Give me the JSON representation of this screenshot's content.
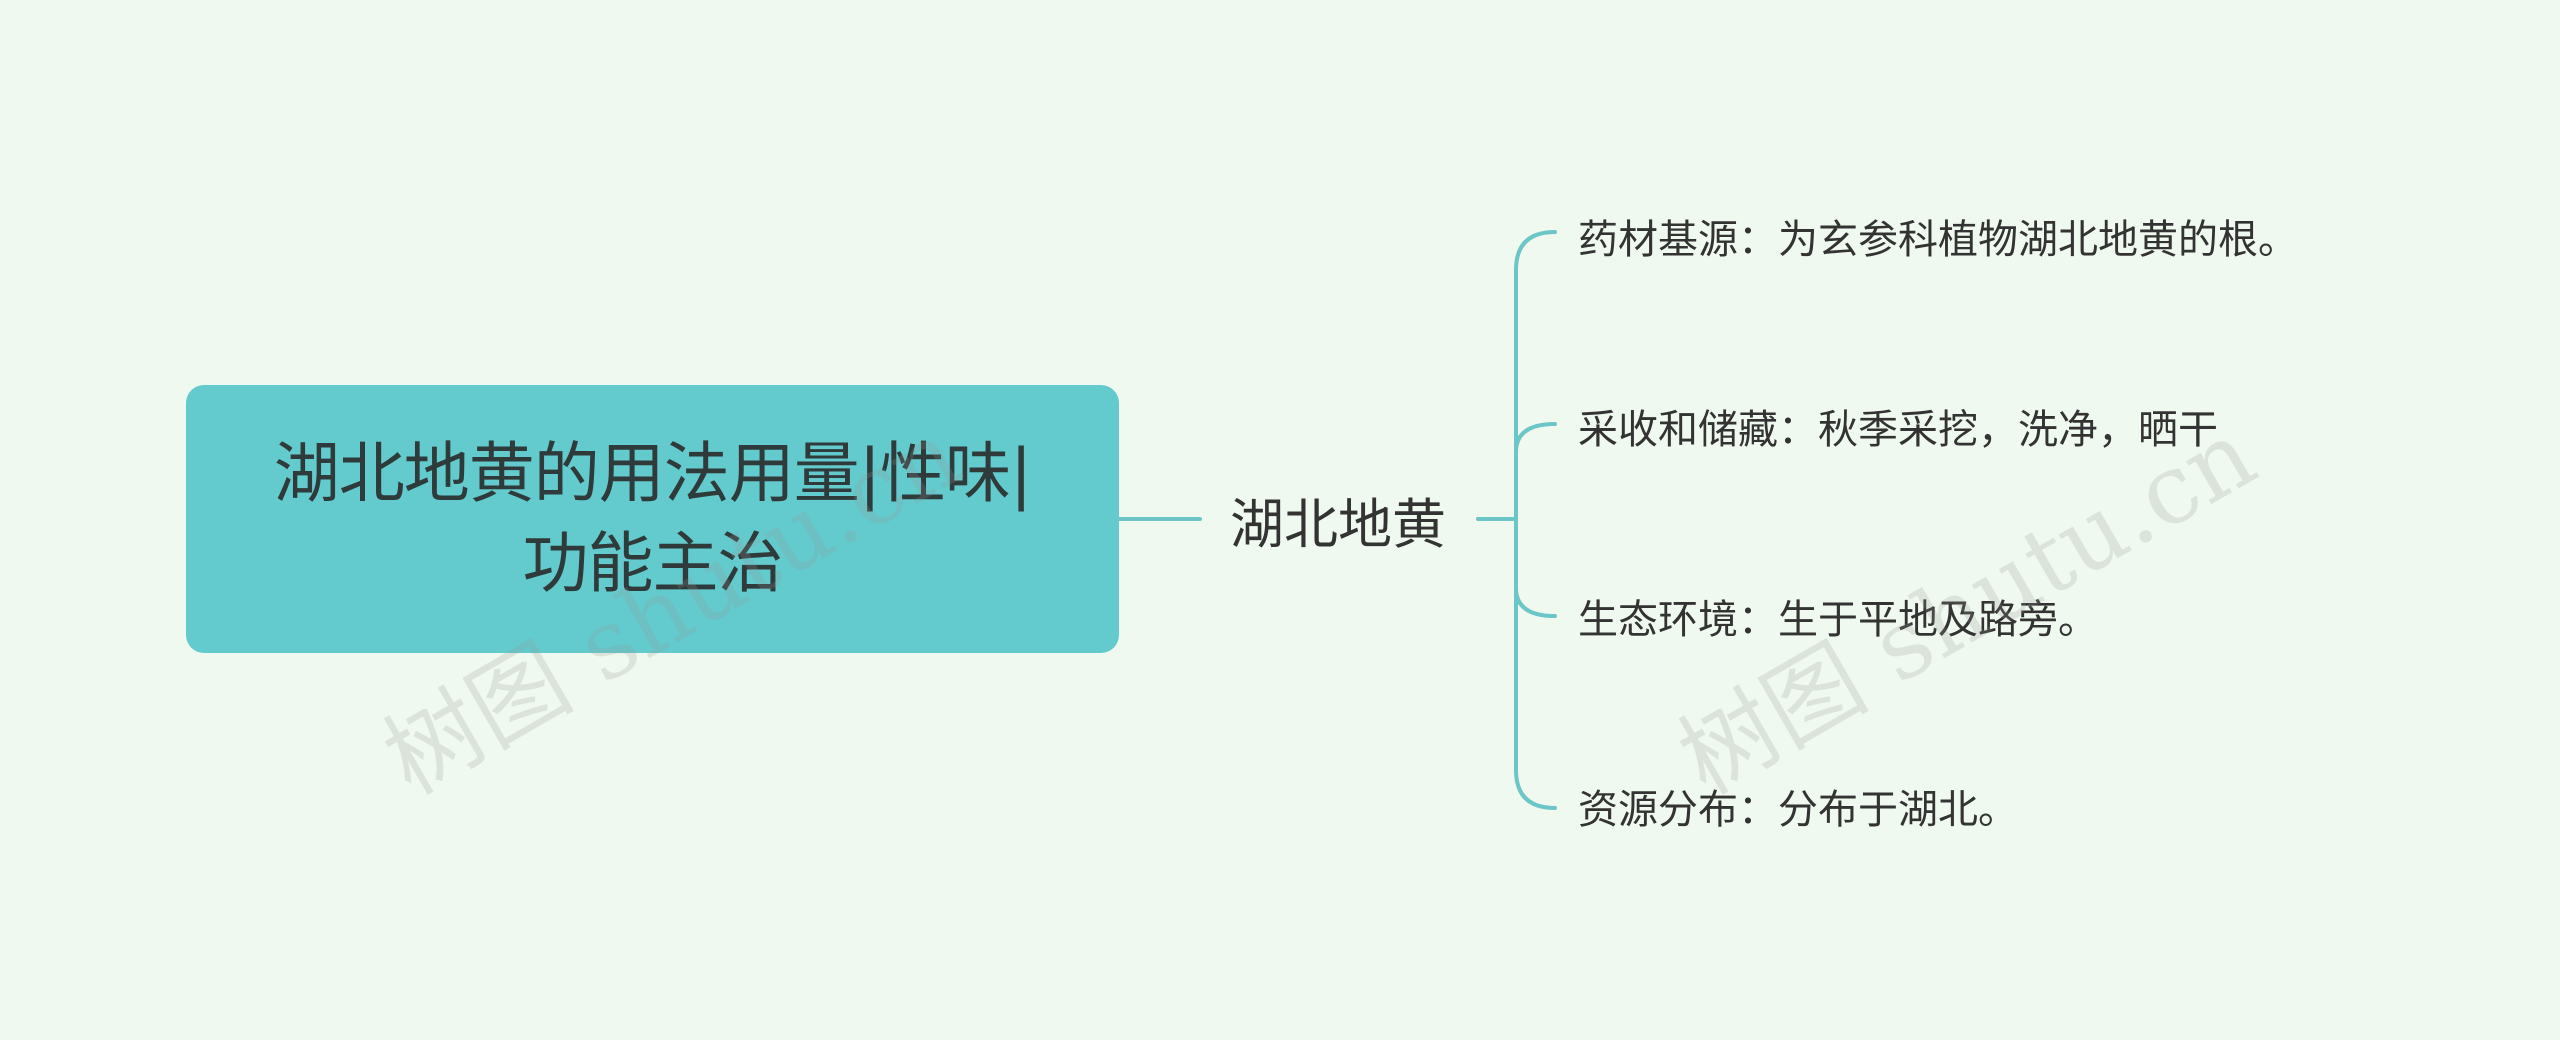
{
  "root": {
    "line1": "湖北地黄的用法用量|性味|",
    "line2": "功能主治"
  },
  "branch": {
    "label": "湖北地黄"
  },
  "leaves": [
    {
      "text": "药材基源：为玄参科植物湖北地黄的根。"
    },
    {
      "text": "采收和储藏：秋季采挖，洗净，晒干"
    },
    {
      "text": "生态环境：生于平地及路旁。"
    },
    {
      "text": "资源分布：分布于湖北。"
    }
  ],
  "watermark": "树图 shutu.cn",
  "colors": {
    "background": "#f0f9ef",
    "root_fill": "#63cbcd",
    "connector": "#6cc6c8",
    "text": "#333333"
  }
}
